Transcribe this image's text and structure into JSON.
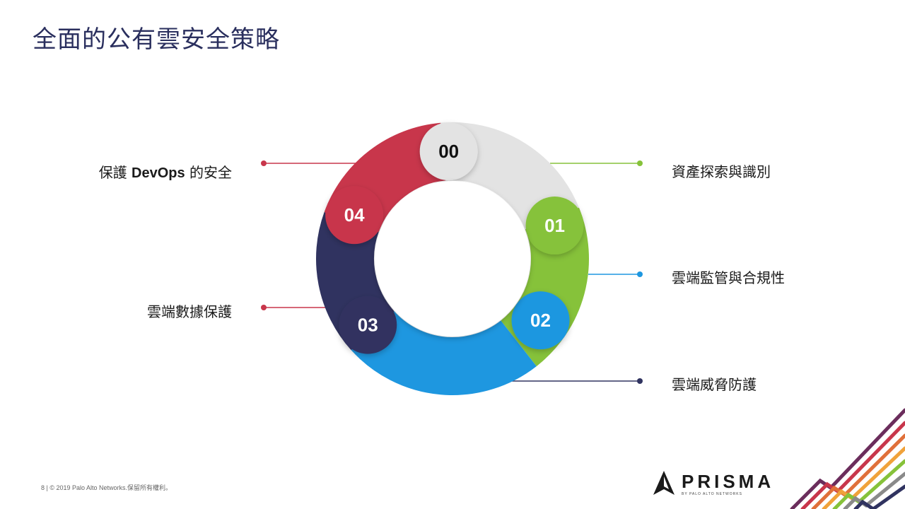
{
  "slide": {
    "title": "全面的公有雲安全策略",
    "footer": "8 | © 2019 Palo Alto Networks.保留所有權利。",
    "logo": {
      "name": "PRISMA",
      "tagline": "BY PALO ALTO NETWORKS"
    }
  },
  "segments": [
    {
      "number": "00",
      "color": "#e3e3e3",
      "text_color": "#111111"
    },
    {
      "number": "01",
      "color": "#86c23a",
      "text_color": "#ffffff"
    },
    {
      "number": "02",
      "color": "#1e97e0",
      "text_color": "#ffffff"
    },
    {
      "number": "03",
      "color": "#303360",
      "text_color": "#ffffff"
    },
    {
      "number": "04",
      "color": "#c8364b",
      "text_color": "#ffffff"
    }
  ],
  "labels": {
    "asset_discovery": "資產探索與識別",
    "compliance": "雲端監管與合規性",
    "threat_protection": "雲端威脅防護",
    "data_protection": "雲端數據保護",
    "devops_prefix": "保護",
    "devops_bold": "DevOps",
    "devops_suffix": "的安全"
  },
  "connector_colors": {
    "asset_discovery": "#86c23a",
    "compliance": "#1e97e0",
    "threat_protection": "#303360",
    "data_protection": "#c8364b",
    "devops": "#c8364b"
  }
}
